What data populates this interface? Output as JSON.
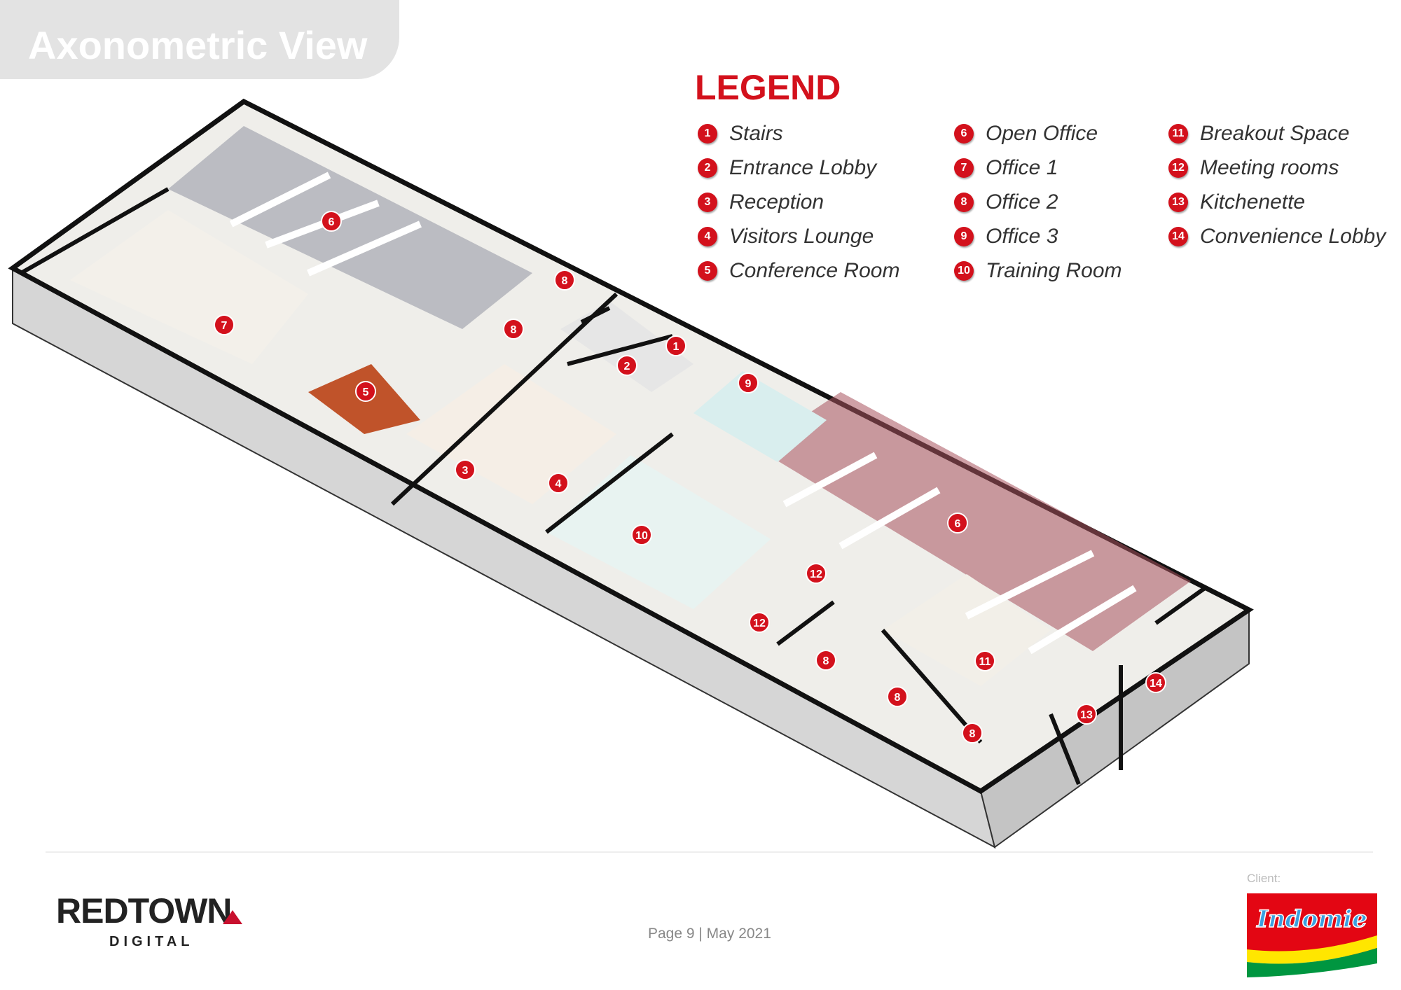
{
  "header": {
    "title": "Axonometric View"
  },
  "legend": {
    "title": "LEGEND",
    "items": [
      {
        "num": "1",
        "label": "Stairs"
      },
      {
        "num": "2",
        "label": "Entrance Lobby"
      },
      {
        "num": "3",
        "label": "Reception"
      },
      {
        "num": "4",
        "label": "Visitors Lounge"
      },
      {
        "num": "5",
        "label": "Conference Room"
      },
      {
        "num": "6",
        "label": "Open Office"
      },
      {
        "num": "7",
        "label": "Office 1"
      },
      {
        "num": "8",
        "label": "Office 2"
      },
      {
        "num": "9",
        "label": "Office 3"
      },
      {
        "num": "10",
        "label": "Training Room"
      },
      {
        "num": "11",
        "label": "Breakout Space"
      },
      {
        "num": "12",
        "label": "Meeting rooms"
      },
      {
        "num": "13",
        "label": "Kitchenette"
      },
      {
        "num": "14",
        "label": "Convenience Lobby"
      }
    ]
  },
  "plan_markers": [
    "6",
    "7",
    "8",
    "8",
    "5",
    "1",
    "2",
    "9",
    "3",
    "4",
    "10",
    "6",
    "12",
    "12",
    "8",
    "11",
    "8",
    "8",
    "13",
    "14"
  ],
  "footer": {
    "logo_main": "REDTOWN",
    "logo_sub": "DIGITAL",
    "page_info": "Page 9 | May 2021",
    "client_label": "Client:",
    "client_logo": "Indomie"
  },
  "colors": {
    "accent": "#d3111c"
  }
}
